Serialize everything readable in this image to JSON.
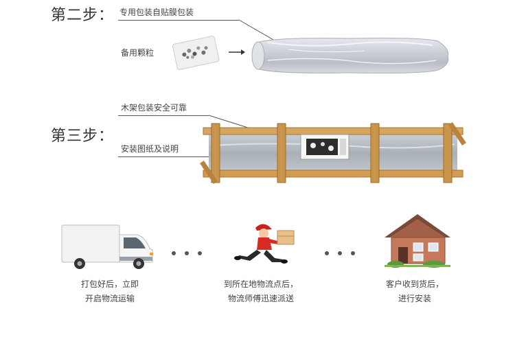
{
  "step2": {
    "title": "第二步：",
    "label_packaging": "专用包装自贴膜包装",
    "label_spare_parts": "备用颗粒"
  },
  "step3": {
    "title": "第三步：",
    "label_wood_frame": "木架包装安全可靠",
    "label_manual": "安装图纸及说明"
  },
  "delivery": {
    "truck_caption_line1": "打包好后，立即",
    "truck_caption_line2": "开启物流运输",
    "courier_caption_line1": "到所在地物流点后，",
    "courier_caption_line2": "物流师傅迅速派送",
    "house_caption_line1": "客户收到货后，",
    "house_caption_line2": "进行安装"
  }
}
